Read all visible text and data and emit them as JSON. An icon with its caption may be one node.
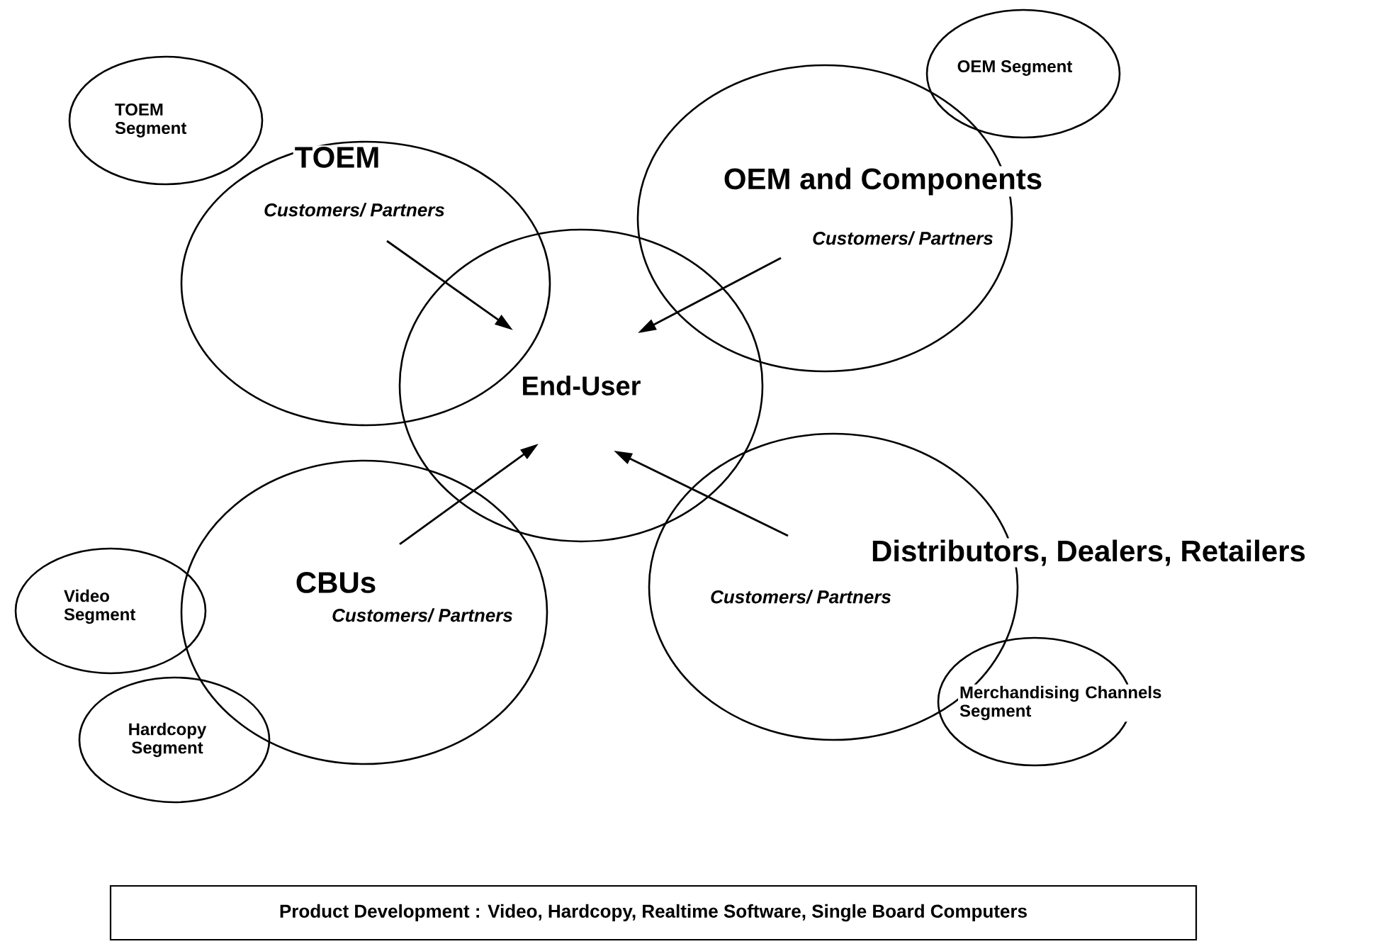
{
  "diagram": {
    "nodes": [
      {
        "text": [
          "TOEM Segment"
        ]
      },
      {
        "text": [
          "TOEM",
          "Customers/ Partners"
        ]
      },
      {
        "text": [
          "OEM Segment"
        ]
      },
      {
        "text": [
          "OEM and Components",
          "Customers/ Partners"
        ]
      },
      {
        "text": [
          "End-User"
        ]
      },
      {
        "text": [
          "Video Segment"
        ]
      },
      {
        "text": [
          "Hardcopy Segment"
        ]
      },
      {
        "text": [
          "CBUs",
          "Customers/ Partners"
        ]
      },
      {
        "text": [
          "Distributors, Dealers, Retailers",
          "Customers/ Partners"
        ]
      },
      {
        "text": [
          "Merchandising Channels Segment"
        ]
      },
      {
        "text": [
          "Product Development : Video, Hardcopy, Realtime Software, Single Board Computers"
        ]
      }
    ],
    "edges": [
      {
        "from": 1,
        "to": 4,
        "arrow": "to"
      },
      {
        "from": 3,
        "to": 4,
        "arrow": "to"
      },
      {
        "from": 7,
        "to": 4,
        "arrow": "to"
      },
      {
        "from": 8,
        "to": 4,
        "arrow": "to"
      }
    ]
  }
}
